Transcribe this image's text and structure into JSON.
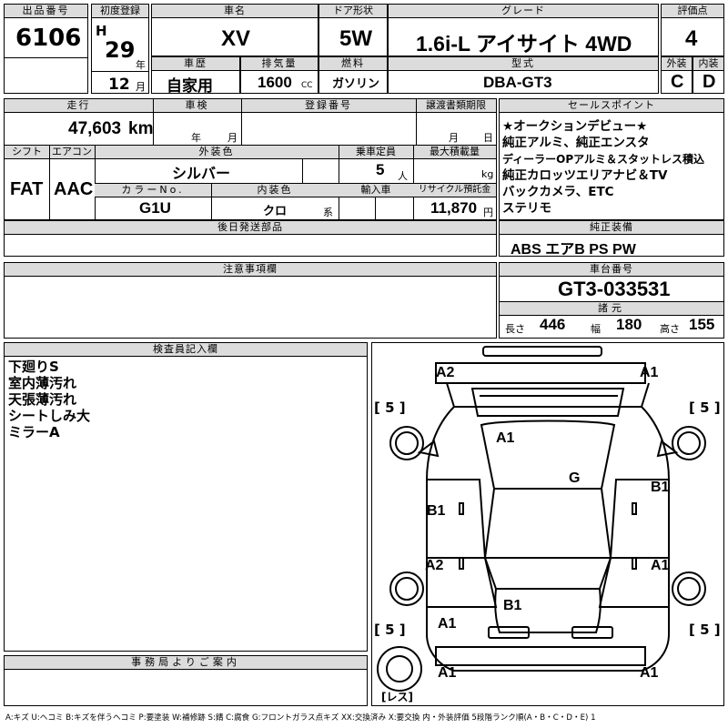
{
  "header": {
    "lot_label": "出品番号",
    "lot_no": "6106",
    "first_reg_label": "初度登録",
    "era": "H",
    "year": "29",
    "year_unit": "年",
    "month": "12",
    "month_unit": "月",
    "car_name_label": "車名",
    "car_name": "XV",
    "door_label": "ドア形状",
    "door": "5W",
    "grade_label": "グレード",
    "grade": "1.6i-L アイサイト 4WD",
    "score_label": "評価点",
    "score": "4",
    "history_label": "車歴",
    "history": "自家用",
    "displacement_label": "排気量",
    "displacement": "1600",
    "displacement_unit": "CC",
    "fuel_label": "燃料",
    "fuel": "ガソリン",
    "model_label": "型式",
    "model": "DBA-GT3",
    "ext_label": "外装",
    "ext": "C",
    "int_label": "内装",
    "int": "D"
  },
  "specs": {
    "mileage_label": "走行",
    "mileage": "47,603",
    "mileage_unit": "km",
    "inspection_label": "車検",
    "insp_year_unit": "年",
    "insp_month_unit": "月",
    "regno_label": "登録番号",
    "transfer_label": "譲渡書類期限",
    "transfer_month_unit": "月",
    "transfer_day_unit": "日",
    "shift_label": "シフト",
    "shift": "FAT",
    "ac_label": "エアコン",
    "ac": "AAC",
    "color_label": "外装色",
    "color": "シルバー",
    "capacity_label": "乗車定員",
    "capacity": "5",
    "capacity_unit": "人",
    "load_label": "最大積載量",
    "load_unit": "kg",
    "color_no_label": "カラーNo.",
    "color_no": "G1U",
    "interior_color_label": "内装色",
    "interior_color": "クロ",
    "interior_color_unit": "系",
    "import_label": "輸入車",
    "recycle_label": "リサイクル預託金",
    "recycle": "11,870",
    "recycle_unit": "円"
  },
  "sales_points": {
    "label": "セールスポイント",
    "lines": [
      "★オークションデビュー★",
      "純正アルミ、純正エンスタ",
      "ディーラーOPアルミ＆スタットレス積込",
      "純正カロッツエリアナビ＆TV",
      "バックカメラ、ETC",
      "ステリモ"
    ]
  },
  "later_parts_label": "後日発送部品",
  "genuine": {
    "label": "純正装備",
    "items": "ABS エアB PS PW"
  },
  "notes_label": "注意事項欄",
  "chassis": {
    "label": "車台番号",
    "value": "GT3-033531"
  },
  "dims": {
    "label": "諸元",
    "length_label": "長さ",
    "length": "446",
    "width_label": "幅",
    "width": "180",
    "height_label": "高さ",
    "height": "155"
  },
  "inspector": {
    "label": "検査員記入欄",
    "lines": [
      "下廻りS",
      "室内薄汚れ",
      "天張薄汚れ",
      "シートしみ大",
      "ミラーA"
    ]
  },
  "office_label": "事務局よりご案内",
  "diagram": {
    "marks": [
      {
        "id": "front-left",
        "text": "A2"
      },
      {
        "id": "front-right",
        "text": "A1"
      },
      {
        "id": "hood",
        "text": "A1"
      },
      {
        "id": "roof",
        "text": "G"
      },
      {
        "id": "front-door-left",
        "text": "B1"
      },
      {
        "id": "front-door-right",
        "text": "B1"
      },
      {
        "id": "rear-door-left",
        "text": "A2"
      },
      {
        "id": "rear-door-right",
        "text": "A1"
      },
      {
        "id": "trunk",
        "text": "B1"
      },
      {
        "id": "rear-quarter-left",
        "text": "A1"
      },
      {
        "id": "rear-left",
        "text": "A1"
      },
      {
        "id": "rear-right",
        "text": "A1"
      }
    ],
    "tires": {
      "fl": "5",
      "fr": "5",
      "rl": "5",
      "rr": "5",
      "spare": "レス"
    }
  },
  "legend": "A:キズ U:ヘコミ B:キズを伴うヘコミ P:要塗装 W:補修跡 S:錆 C:腐食 G:フロントガラス点キズ XX:交換済み X:要交換 内・外装評価 5段階ランク順(A・B・C・D・E) 1"
}
